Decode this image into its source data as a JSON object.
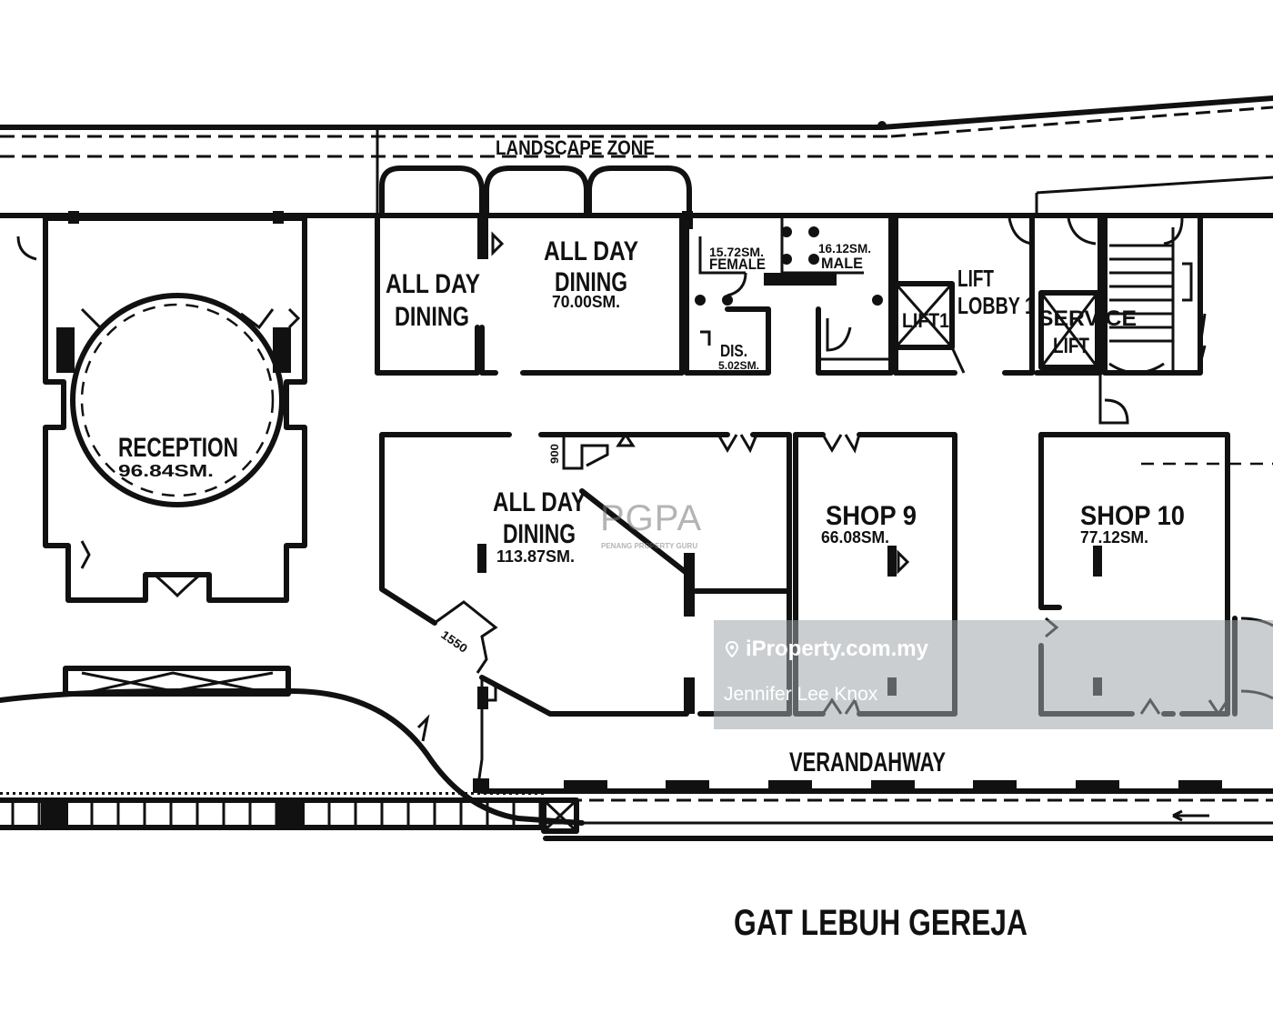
{
  "plan": {
    "labels": {
      "landscape_zone": "LANDSCAPE ZONE",
      "all_day_dining_left_1": "ALL DAY",
      "all_day_dining_left_2": "DINING",
      "all_day_dining_top_1": "ALL DAY",
      "all_day_dining_top_2": "DINING",
      "all_day_dining_top_area": "70.00SM.",
      "female": "FEMALE",
      "female_area": "15.72SM.",
      "male": "MALE",
      "male_area": "16.12SM.",
      "dis": "DIS.",
      "dis_area": "5.02SM.",
      "lift_lobby_1": "LIFT",
      "lift_lobby_2": "LOBBY 1",
      "lift1": "LIFT1",
      "service_1": "SERVICE",
      "service_2": "LIFT",
      "reception": "RECEPTION",
      "reception_area": "96.84SM.",
      "all_day_dining_main_1": "ALL DAY",
      "all_day_dining_main_2": "DINING",
      "all_day_dining_main_area": "113.87SM.",
      "shop9": "SHOP 9",
      "shop9_area": "66.08SM.",
      "shop10": "SHOP 10",
      "shop10_area": "77.12SM.",
      "dim_1550": "1550",
      "dim_900": "900",
      "verandahway": "VERANDAHWAY",
      "street": "GAT LEBUH GEREJA"
    }
  },
  "watermarks": {
    "pgpa_logo": "PGPA",
    "pgpa_sub": "PENANG PROPERTY GURU",
    "brand": "iProperty.com.my",
    "agent": "Jennifer Lee Knox"
  },
  "colors": {
    "ink": "#111111",
    "watermark_band": "#a0a5aa",
    "watermark_text": "#ffffff"
  }
}
